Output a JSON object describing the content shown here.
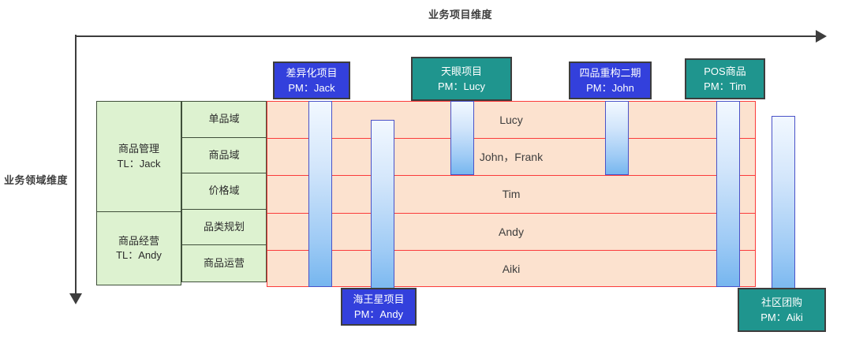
{
  "axes": {
    "x_label": "业务项目维度",
    "y_label": "业务领域维度"
  },
  "matrix": {
    "groups": [
      {
        "label": "商品管理\nTL：Jack",
        "rows": 3
      },
      {
        "label": "商品经营\nTL：Andy",
        "rows": 2
      }
    ],
    "domains": [
      "单品域",
      "商品域",
      "价格域",
      "品类规划",
      "商品运营"
    ],
    "owners": [
      "Lucy",
      "John，Frank",
      "Tim",
      "Andy",
      "Aiki"
    ]
  },
  "projects": [
    {
      "name": "差异化项目",
      "pm": "PM：Jack",
      "color": "#3340dc",
      "style": "blue",
      "position": "top"
    },
    {
      "name": "天眼项目",
      "pm": "PM：Lucy",
      "color": "#1f958e",
      "style": "teal",
      "position": "top"
    },
    {
      "name": "四品重构二期",
      "pm": "PM：John",
      "color": "#3340dc",
      "style": "blue",
      "position": "top"
    },
    {
      "name": "POS商品",
      "pm": "PM：Tim",
      "color": "#1f958e",
      "style": "teal",
      "position": "top"
    },
    {
      "name": "海王星项目",
      "pm": "PM：Andy",
      "color": "#3340dc",
      "style": "blue",
      "position": "bottom"
    },
    {
      "name": "社区团购",
      "pm": "PM：Aiki",
      "color": "#1f958e",
      "style": "teal",
      "position": "bottom"
    }
  ],
  "colors": {
    "bar_fill": "#9fcbf5",
    "bar_border": "#4a52c8",
    "matrix_fill": "#fce2cf",
    "matrix_border": "#fb3b3b",
    "group_fill": "#ddf2d0",
    "group_border": "#3f4f3a",
    "axis": "#3d3d3d"
  }
}
